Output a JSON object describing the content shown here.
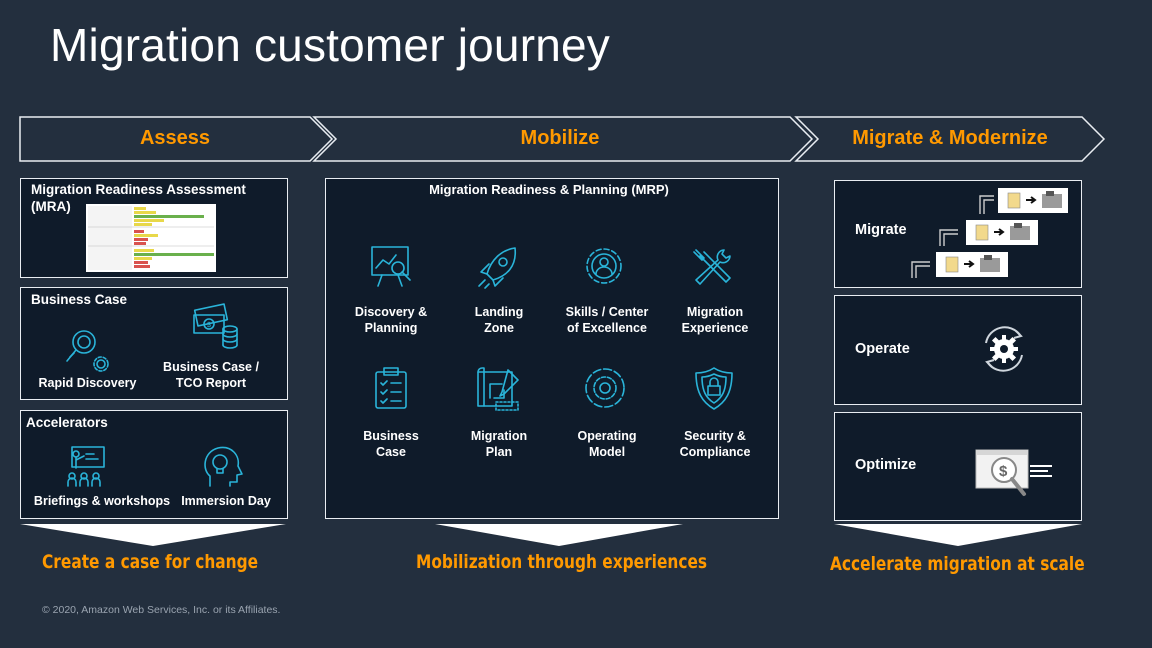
{
  "title": "Migration customer journey",
  "phases": [
    {
      "label": "Assess"
    },
    {
      "label": "Mobilize"
    },
    {
      "label": "Migrate & Modernize"
    }
  ],
  "assess": {
    "mra_title": "Migration Readiness Assessment (MRA)",
    "mra_title_line1": "Migration Readiness Assessment",
    "mra_title_line2": "(MRA)",
    "business_case_title": "Business Case",
    "rapid_discovery": "Rapid Discovery",
    "business_case_tco_line1": "Business Case /",
    "business_case_tco_line2": "TCO Report",
    "accelerators_title": "Accelerators",
    "briefings": "Briefings & workshops",
    "immersion_day": "Immersion Day",
    "tagline": "Create a case for change"
  },
  "mobilize": {
    "title": "Migration Readiness & Planning (MRP)",
    "items": [
      {
        "line1": "Discovery &",
        "line2": "Planning",
        "icon": "presentation-chart-icon"
      },
      {
        "line1": "Landing",
        "line2": "Zone",
        "icon": "rocket-icon"
      },
      {
        "line1": "Skills / Center",
        "line2": "of Excellence",
        "icon": "person-gear-icon"
      },
      {
        "line1": "Migration",
        "line2": "Experience",
        "icon": "tools-icon"
      },
      {
        "line1": "Business",
        "line2": "Case",
        "icon": "clipboard-checklist-icon"
      },
      {
        "line1": "Migration",
        "line2": "Plan",
        "icon": "blueprint-icon"
      },
      {
        "line1": "Operating",
        "line2": "Model",
        "icon": "gear-cycle-icon"
      },
      {
        "line1": "Security &",
        "line2": "Compliance",
        "icon": "shield-lock-icon"
      }
    ],
    "tagline": "Mobilization through experiences"
  },
  "migrate": {
    "migrate_label": "Migrate",
    "operate_label": "Operate",
    "optimize_label": "Optimize",
    "tagline": "Accelerate migration at scale"
  },
  "copyright": "© 2020, Amazon Web Services, Inc. or its Affiliates.",
  "colors": {
    "background": "#232f3e",
    "accent_orange": "#ff9900",
    "icon_blue": "#2ab4d9",
    "box_fill": "#0f1b2a"
  }
}
